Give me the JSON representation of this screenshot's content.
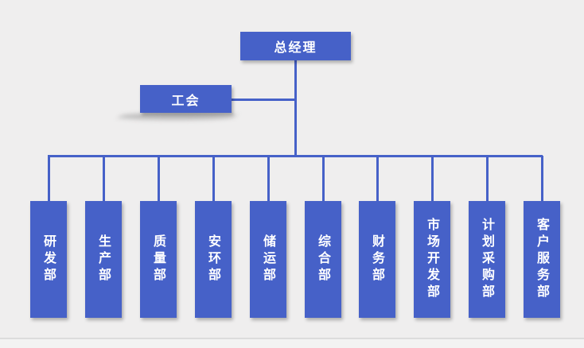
{
  "chart": {
    "root": {
      "label": "总经理"
    },
    "union": {
      "label": "工会"
    },
    "departments": [
      {
        "label": "研发部"
      },
      {
        "label": "生产部"
      },
      {
        "label": "质量部"
      },
      {
        "label": "安环部"
      },
      {
        "label": "储运部"
      },
      {
        "label": "综合部"
      },
      {
        "label": "财务部"
      },
      {
        "label": "市场开发部"
      },
      {
        "label": "计划采购部"
      },
      {
        "label": "客户服务部"
      }
    ]
  },
  "colors": {
    "box": "#4661c8",
    "line": "#4661c8",
    "background": "#efeeee"
  }
}
